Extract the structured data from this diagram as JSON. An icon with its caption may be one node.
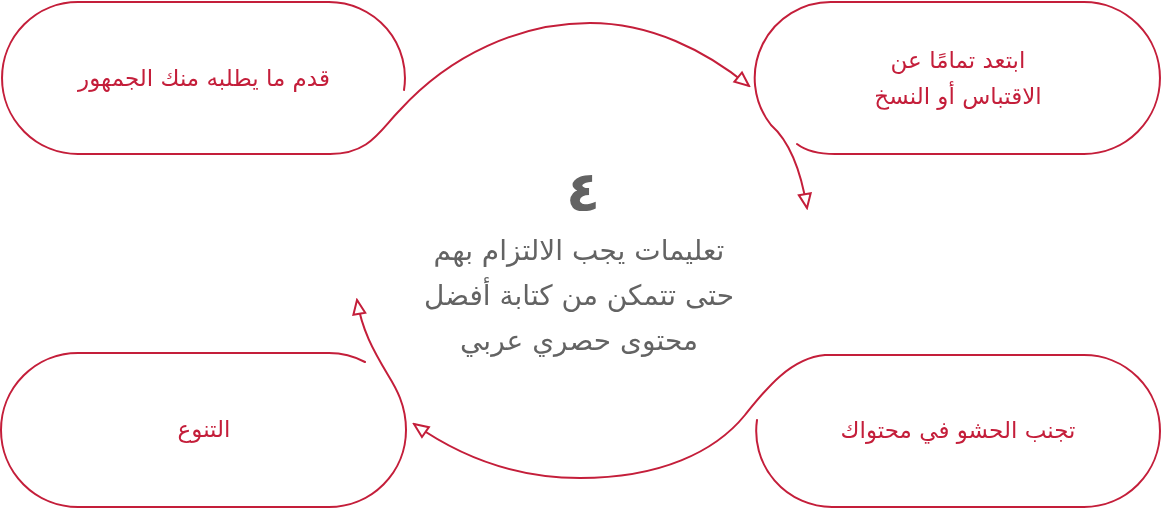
{
  "diagram": {
    "nodes": [
      {
        "text": [
          "قدم ما يطلبه منك الجمهور"
        ]
      },
      {
        "text": [
          "ابتعد تمامًا عن الاقتباس أو النسخ"
        ]
      },
      {
        "text": [
          "تجنب الحشو في محتواك"
        ]
      },
      {
        "text": [
          "التنوع"
        ]
      }
    ],
    "edges": [
      {
        "from": 0,
        "to": 1,
        "arrow": "to"
      },
      {
        "from": 1,
        "to": null,
        "arrow": "to"
      },
      {
        "from": 2,
        "to": 3,
        "arrow": "to"
      },
      {
        "from": 3,
        "to": null,
        "arrow": "to"
      }
    ],
    "labels": [
      "٤",
      "تعليمات يجب الالتزام بهم حتى تتمكن من كتابة أفضل محتوى حصري عربي"
    ]
  }
}
